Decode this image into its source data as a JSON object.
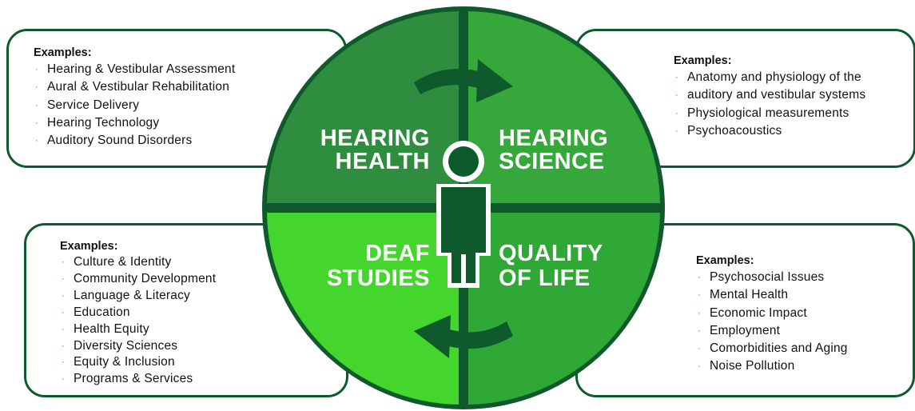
{
  "quadrants": {
    "top_left": {
      "line1": "HEARING",
      "line2": "HEALTH",
      "color": "#2e8d3e"
    },
    "top_right": {
      "line1": "HEARING",
      "line2": "SCIENCE",
      "color": "#36a83b"
    },
    "bottom_left": {
      "line1": "DEAF",
      "line2": "STUDIES",
      "color": "#44d62c"
    },
    "bottom_right": {
      "line1": "QUALITY",
      "line2": "OF LIFE",
      "color": "#2fa836"
    }
  },
  "panels": {
    "hearing_health": {
      "heading": "Examples:",
      "items": [
        "Hearing & Vestibular Assessment",
        "Aural & Vestibular Rehabilitation",
        "Service Delivery",
        "Hearing Technology",
        "Auditory Sound Disorders"
      ]
    },
    "hearing_science": {
      "heading": "Examples:",
      "items": [
        "Anatomy and physiology of the",
        "auditory and vestibular systems",
        "Physiological measurements",
        "Psychoacoustics"
      ]
    },
    "deaf_studies": {
      "heading": "Examples:",
      "items": [
        "Culture & Identity",
        "Community Development",
        "Language & Literacy",
        "Education",
        "Health Equity",
        "Diversity Sciences",
        "Equity & Inclusion",
        "Programs & Services"
      ]
    },
    "quality_of_life": {
      "heading": "Examples:",
      "items": [
        "Psychosocial Issues",
        "Mental Health",
        "Economic Impact",
        "Employment",
        "Comorbidities and Aging",
        "Noise Pollution"
      ]
    }
  },
  "colors": {
    "dark_green": "#0e5a2c",
    "bullet": "#2e8b3a",
    "center_person": "#0e5a2c"
  },
  "icons": {
    "center": "person-icon",
    "top_arrow": "curved-arrow-right-icon",
    "bottom_arrow": "curved-arrow-left-icon"
  }
}
